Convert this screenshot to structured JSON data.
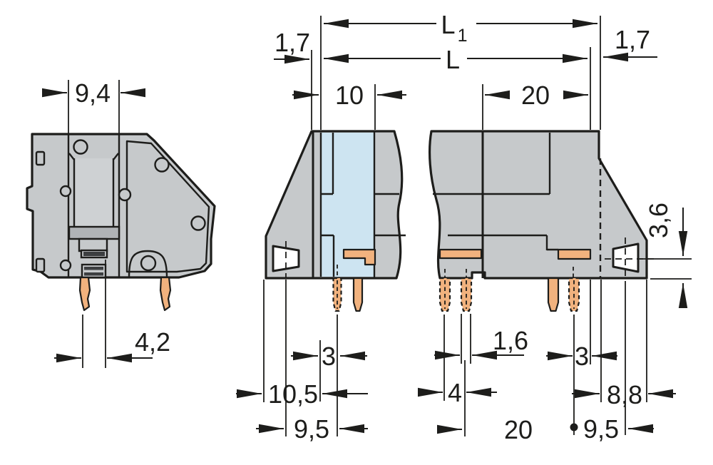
{
  "drawing": {
    "type": "technical-dimension-drawing",
    "subject": "PCB terminal block, side view and front views with break lines"
  },
  "colors": {
    "line": "#1d1d1b",
    "body": "#c6c9cb",
    "body_light": "#ced1d3",
    "body_dark": "#b0b3b6",
    "slot_dark": "#3c3e40",
    "highlight": "#cde4f1",
    "pin": "#f1b27e",
    "background": "#ffffff"
  },
  "dims": {
    "side_view": {
      "clamp_width": "9,4",
      "pin_offset": "4,2"
    },
    "overall": {
      "left_offset": "1,7",
      "right_offset": "1,7",
      "l1_base": "L",
      "l1_sub": "1",
      "l": "L"
    },
    "front": {
      "pole_width": "10",
      "end_group_width": "20",
      "side_hole_height": "3,6"
    },
    "first_pole": {
      "edge_to_pin": "3",
      "edge_to_foot": "10,5",
      "foot_to_pin": "9,5"
    },
    "end_poles": {
      "pin_width": "1,6",
      "pin_pair_pitch": "4",
      "pin_group_pitch": "20",
      "pin_to_edge": "3",
      "edge_to_ref": "8,8",
      "pin_to_foot": "9,5"
    }
  }
}
